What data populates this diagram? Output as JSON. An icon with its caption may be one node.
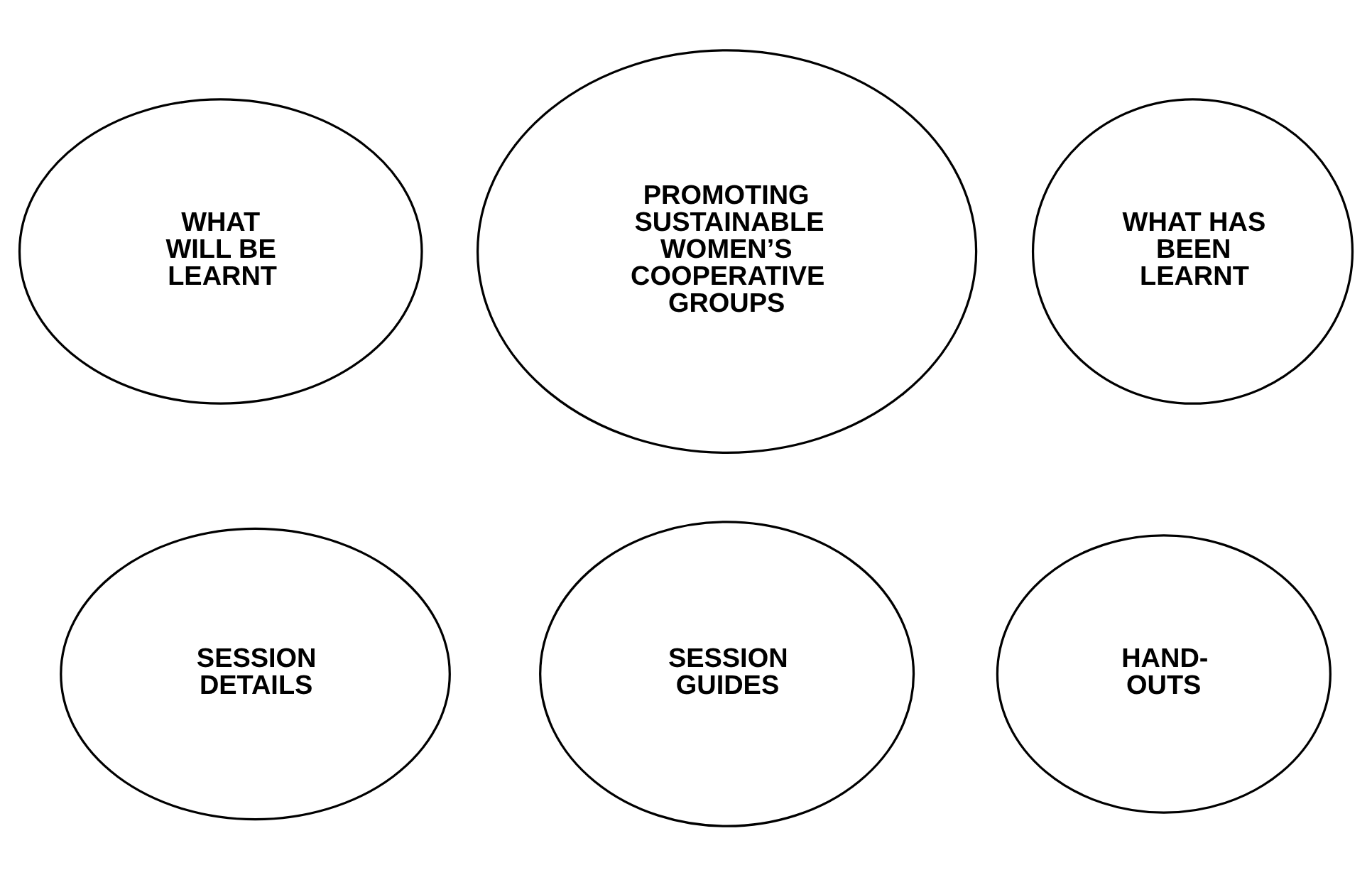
{
  "diagram": {
    "nodes": [
      {
        "text": [
          "WHAT WILL BE LEARNT"
        ]
      },
      {
        "text": [
          "PROMOTING SUSTAINABLE WOMEN’S COOPERATIVE GROUPS"
        ]
      },
      {
        "text": [
          "WHAT HAS BEEN LEARNT"
        ]
      },
      {
        "text": [
          "SESSION DETAILS"
        ]
      },
      {
        "text": [
          "SESSION GUIDES"
        ]
      },
      {
        "text": [
          "HAND-OUTS"
        ]
      }
    ]
  }
}
